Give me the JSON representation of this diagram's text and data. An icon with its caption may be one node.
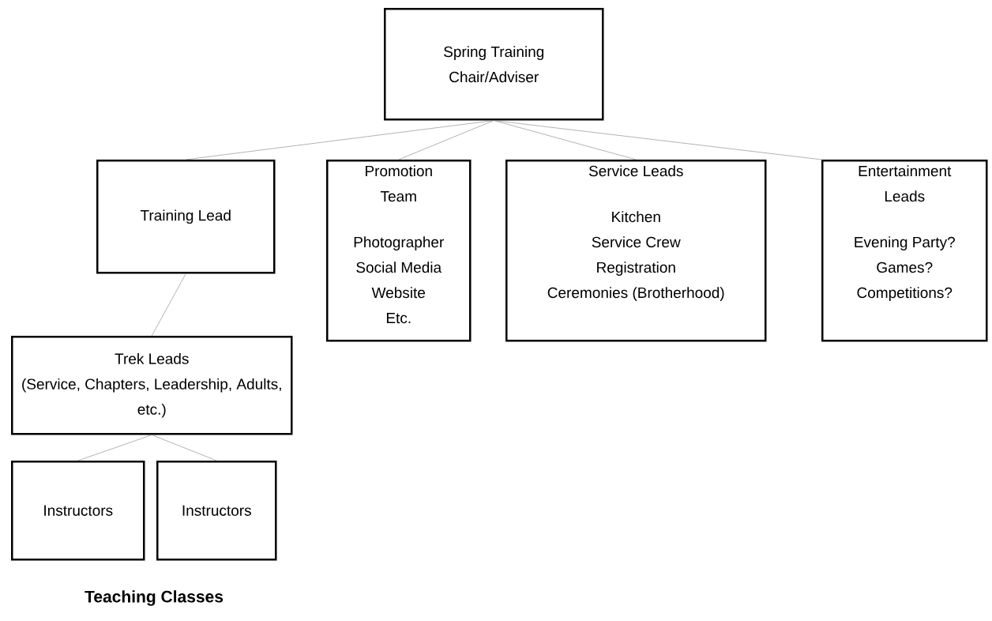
{
  "diagram": {
    "nodes": [
      {
        "text": [
          "Spring Training Chair/Adviser"
        ]
      },
      {
        "text": [
          "Training Lead"
        ]
      },
      {
        "text": [
          "Promotion Team",
          "Photographer",
          "Social Media",
          "Website",
          "Etc."
        ]
      },
      {
        "text": [
          "Service Leads",
          "Kitchen",
          "Service Crew",
          "Registration",
          "Ceremonies (Brotherhood)"
        ]
      },
      {
        "text": [
          "Entertainment Leads",
          "Evening Party?",
          "Games?",
          "Competitions?"
        ]
      },
      {
        "text": [
          "Trek Leads",
          "(Service, Chapters, Leadership, Adults, etc.)"
        ]
      },
      {
        "text": [
          "Instructors"
        ]
      },
      {
        "text": [
          "Instructors"
        ]
      }
    ],
    "edges": [
      {
        "from": 0,
        "to": 1,
        "arrow": "none"
      },
      {
        "from": 0,
        "to": 2,
        "arrow": "none"
      },
      {
        "from": 0,
        "to": 3,
        "arrow": "none"
      },
      {
        "from": 0,
        "to": 4,
        "arrow": "none"
      },
      {
        "from": 1,
        "to": 5,
        "arrow": "none"
      },
      {
        "from": 5,
        "to": 6,
        "arrow": "none"
      },
      {
        "from": 5,
        "to": 7,
        "arrow": "none"
      }
    ],
    "labels": [
      "**Teaching Classes**"
    ]
  }
}
